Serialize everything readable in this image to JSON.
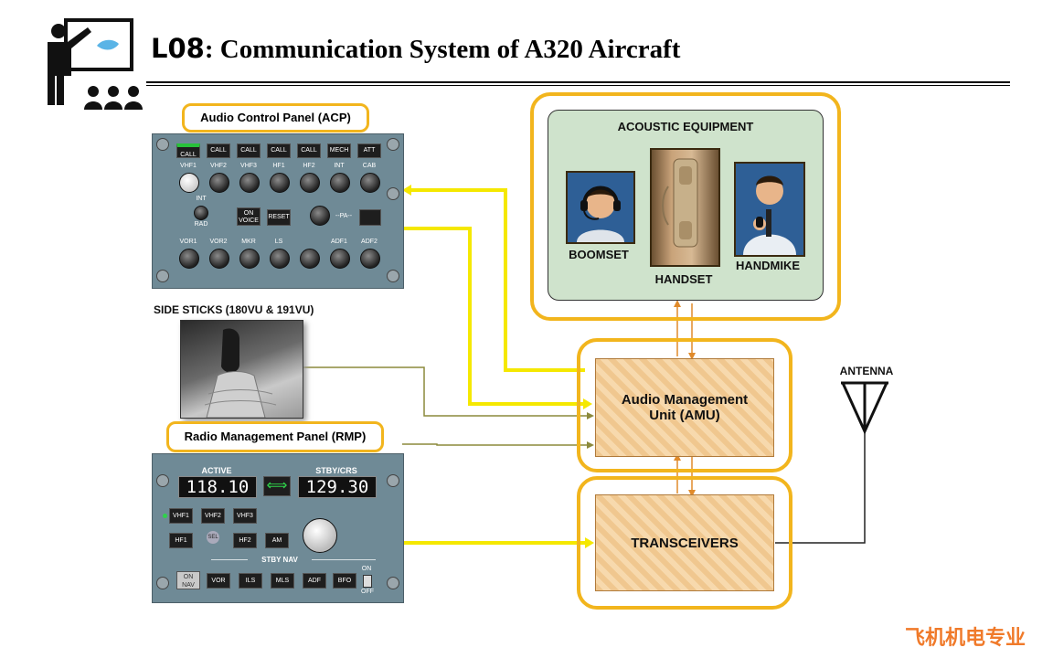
{
  "title": {
    "code": "L08",
    "rest": ": Communication  System  of A320 Aircraft"
  },
  "labels": {
    "acp": "Audio Control Panel (ACP)",
    "side_sticks": "SIDE STICKS (180VU & 191VU)",
    "rmp": "Radio Management Panel (RMP)",
    "acoustic": "ACOUSTIC EQUIPMENT",
    "boomset": "BOOMSET",
    "handset": "HANDSET",
    "handmike": "HANDMIKE",
    "amu_line1": "Audio Management",
    "amu_line2": "Unit (AMU)",
    "transceivers": "TRANSCEIVERS",
    "antenna": "ANTENNA"
  },
  "acp": {
    "call_buttons": [
      "CALL",
      "CALL",
      "CALL",
      "CALL",
      "CALL",
      "MECH",
      "ATT"
    ],
    "top_knobs": [
      "VHF1",
      "VHF2",
      "VHF3",
      "HF1",
      "HF2",
      "INT",
      "CAB"
    ],
    "int": "INT",
    "rad": "RAD",
    "on_voice_1": "ON",
    "on_voice_2": "VOICE",
    "reset": "RESET",
    "pa": "--PA--",
    "bottom_knobs": [
      "VOR1",
      "VOR2",
      "MKR",
      "LS",
      "",
      "ADF1",
      "ADF2"
    ]
  },
  "rmp": {
    "active_label": "ACTIVE",
    "stby_label": "STBY/CRS",
    "active_value": "118.10",
    "stby_value": "129.30",
    "row1": [
      "VHF1",
      "VHF2",
      "VHF3"
    ],
    "row2": [
      "HF1",
      "SEL",
      "HF2",
      "AM"
    ],
    "stby_nav": "STBY NAV",
    "nav_buttons": [
      "ON NAV",
      "VOR",
      "ILS",
      "MLS",
      "ADF",
      "BFO"
    ],
    "on": "ON",
    "off": "OFF"
  },
  "watermark": "飞机机电专业",
  "colors": {
    "frame": "#f2b51d",
    "wire_yellow": "#f5e800",
    "wire_olive": "#8c8a3c",
    "wire_orange": "#e08a2a",
    "acoustic_bg": "#cfe3cc"
  }
}
